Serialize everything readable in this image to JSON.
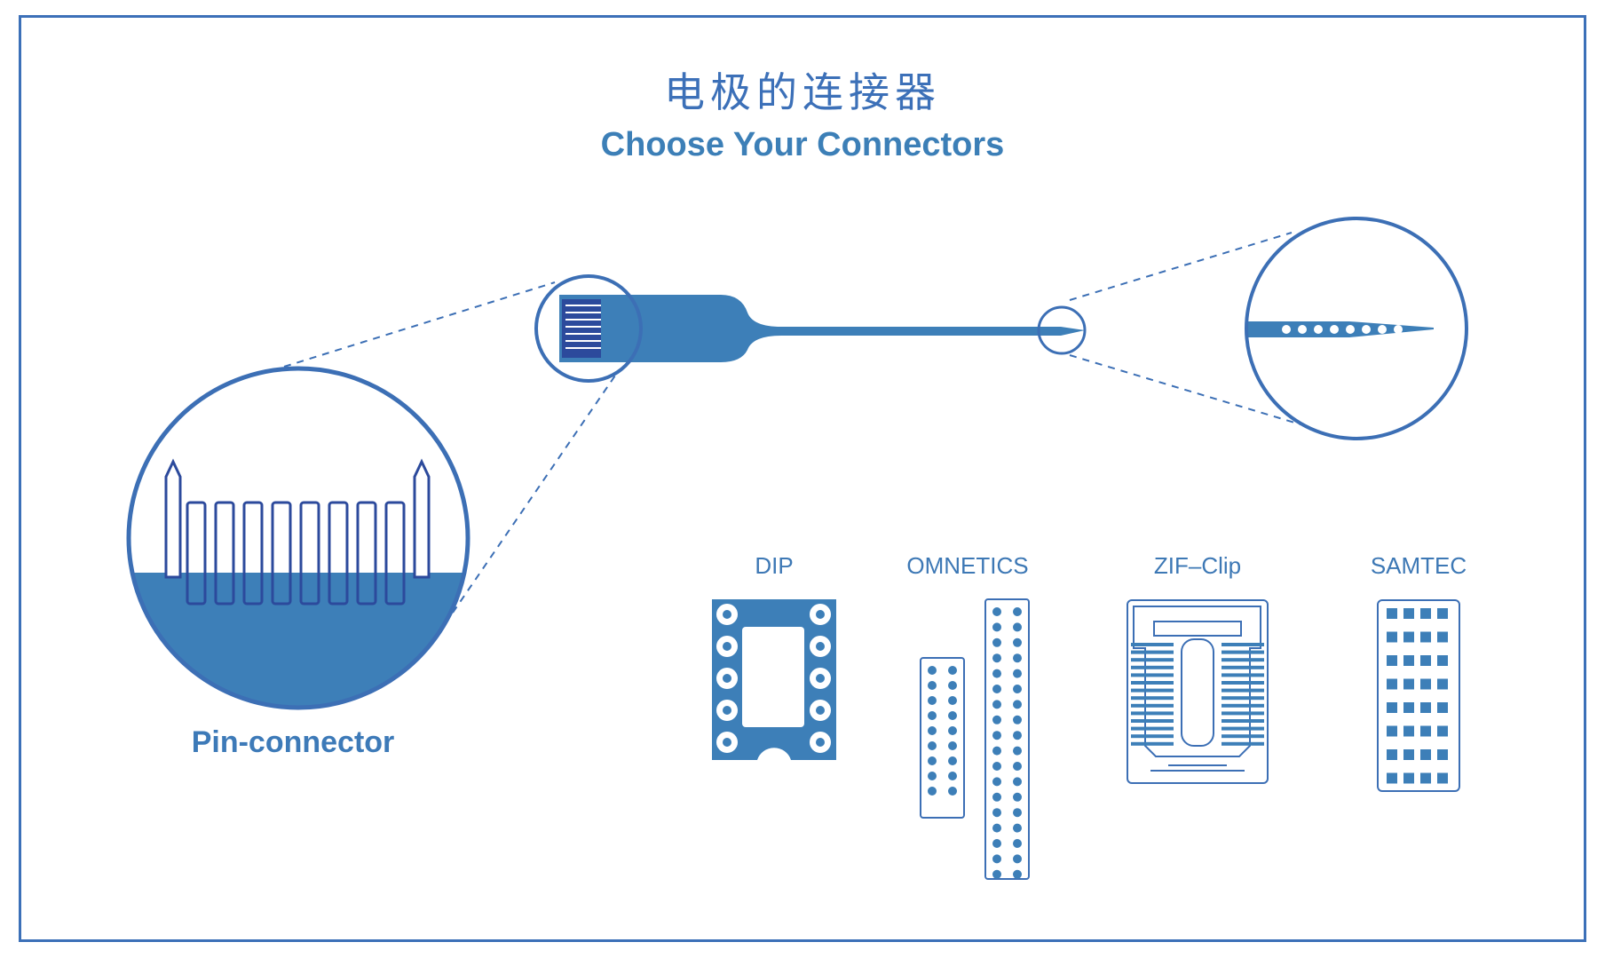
{
  "title_cn": "电极的连接器",
  "title_en": "Choose Your Connectors",
  "pin_connector_label": "Pin-connector",
  "connectors": [
    {
      "id": "dip",
      "label": "DIP"
    },
    {
      "id": "omnetics",
      "label": "OMNETICS"
    },
    {
      "id": "zif",
      "label": "ZIF–Clip"
    },
    {
      "id": "samtec",
      "label": "SAMTEC"
    }
  ],
  "colors": {
    "frame": "#3c70b8",
    "fill": "#3d7fb8",
    "dark": "#2c4a9c",
    "outline": "#3c6fb5"
  }
}
